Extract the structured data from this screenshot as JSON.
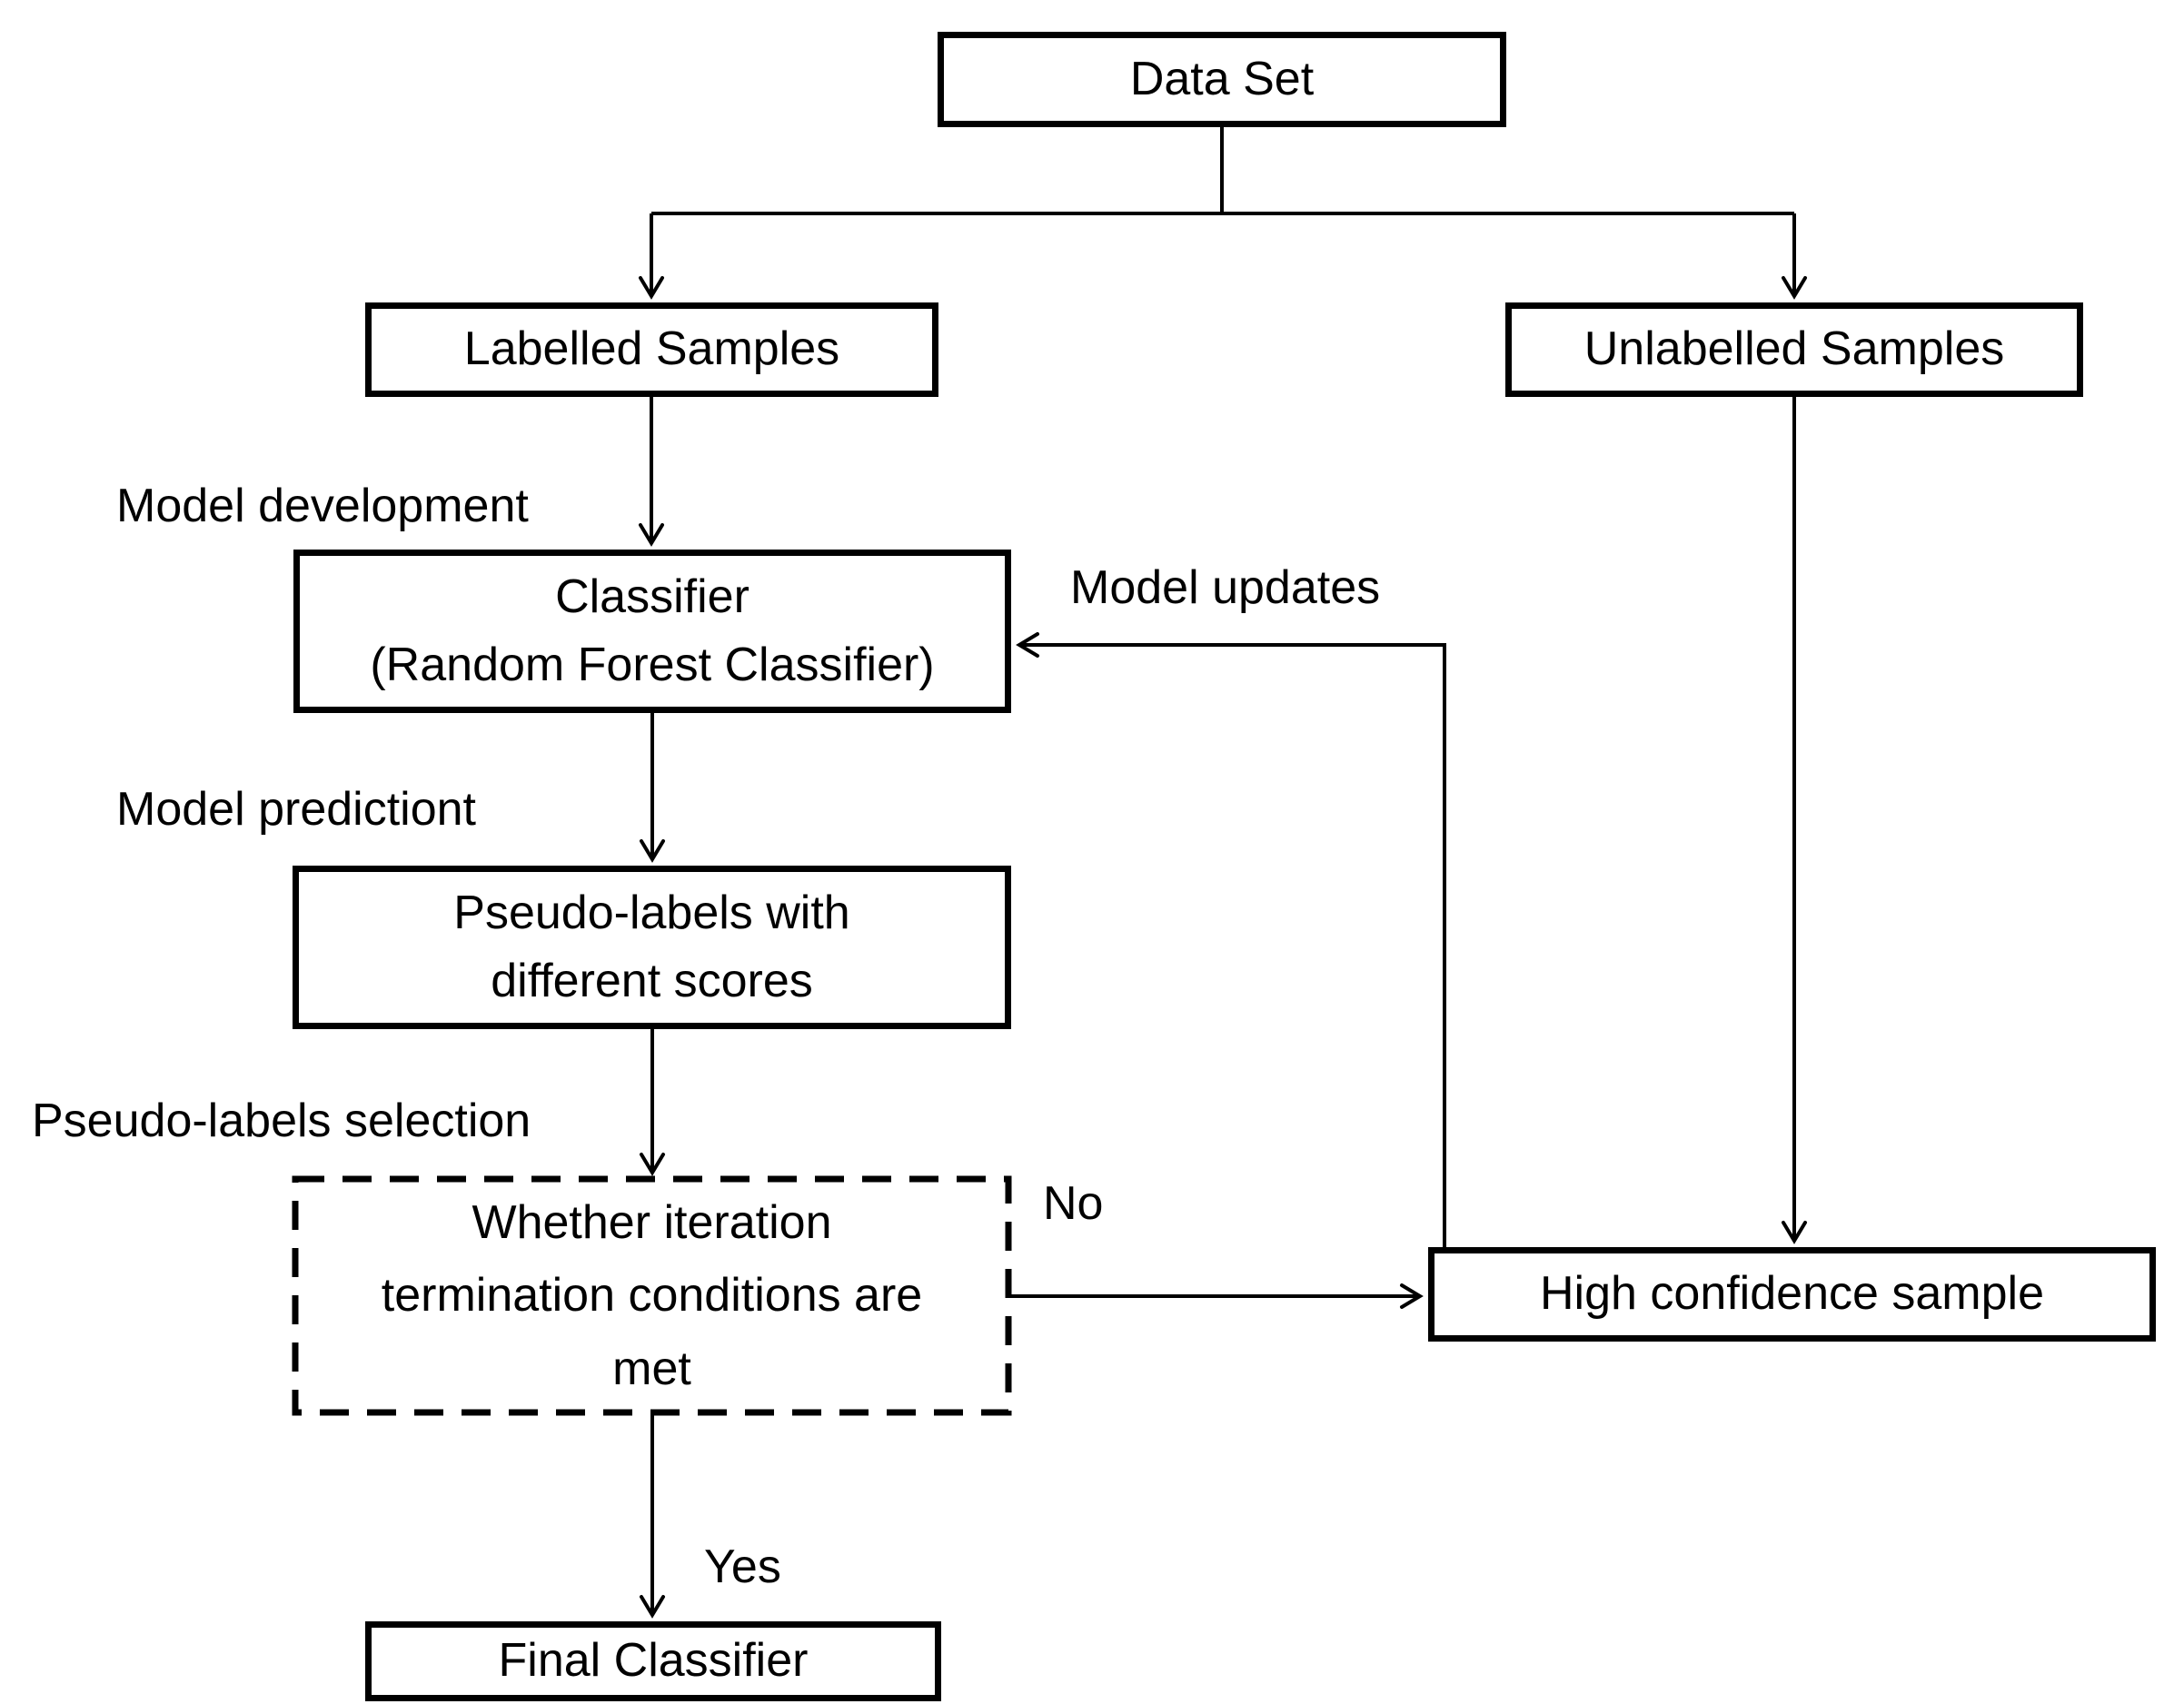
{
  "diagram": {
    "title_hint": "Self-training semi-supervised classification flowchart",
    "colors": {
      "background": "#ffffff",
      "stroke": "#000000",
      "text": "#000000"
    },
    "nodes": {
      "data_set": "Data Set",
      "labelled": "Labelled Samples",
      "unlabelled": "Unlabelled Samples",
      "classifier": "Classifier\n(Random Forest Classifier)",
      "pseudo_labels": "Pseudo-labels with\ndifferent scores",
      "decision": "Whether iteration\ntermination conditions are\nmet",
      "high_confidence": "High confidence sample",
      "final_classifier": "Final Classifier"
    },
    "edge_labels": {
      "model_development": "Model development",
      "model_prediction": "Model predictiont",
      "model_updates": "Model updates",
      "pseudo_selection": "Pseudo-labels selection",
      "no": "No",
      "yes": "Yes"
    }
  }
}
